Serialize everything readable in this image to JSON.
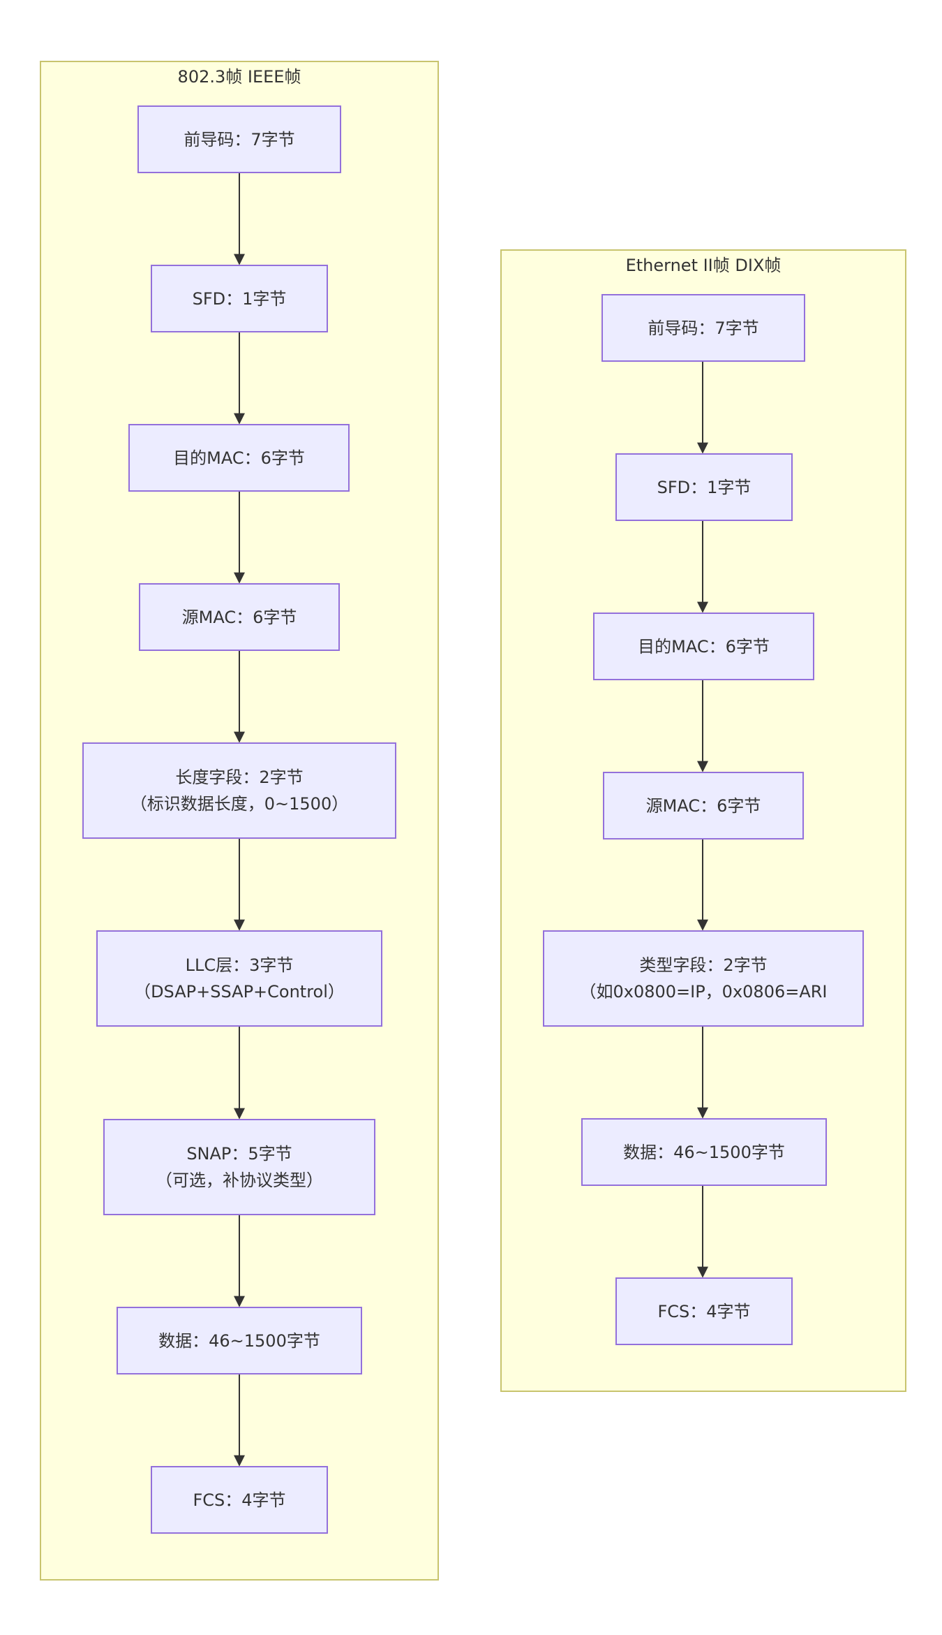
{
  "colors": {
    "cluster_fill": "#ffffde",
    "cluster_border": "#c8c46e",
    "node_fill": "#ececff",
    "node_border": "#9370db",
    "edge": "#333333",
    "text": "#333333"
  },
  "ieee_cluster": {
    "title": "802.3帧 IEEE帧",
    "nodes": {
      "preamble": "前导码：7字节",
      "sfd": "SFD：1字节",
      "dest_mac": "目的MAC：6字节",
      "src_mac": "源MAC：6字节",
      "length_line1": "长度字段：2字节",
      "length_line2": "（标识数据长度，0~1500）",
      "llc_line1": "LLC层：3字节",
      "llc_line2": "（DSAP+SSAP+Control）",
      "snap_line1": "SNAP：5字节",
      "snap_line2": "（可选，补协议类型）",
      "data": "数据：46~1500字节",
      "fcs": "FCS：4字节"
    }
  },
  "dix_cluster": {
    "title": "Ethernet II帧 DIX帧",
    "nodes": {
      "preamble": "前导码：7字节",
      "sfd": "SFD：1字节",
      "dest_mac": "目的MAC：6字节",
      "src_mac": "源MAC：6字节",
      "type_line1": "类型字段：2字节",
      "type_line2": "（如0x0800=IP，0x0806=ARI",
      "data": "数据：46~1500字节",
      "fcs": "FCS：4字节"
    }
  }
}
